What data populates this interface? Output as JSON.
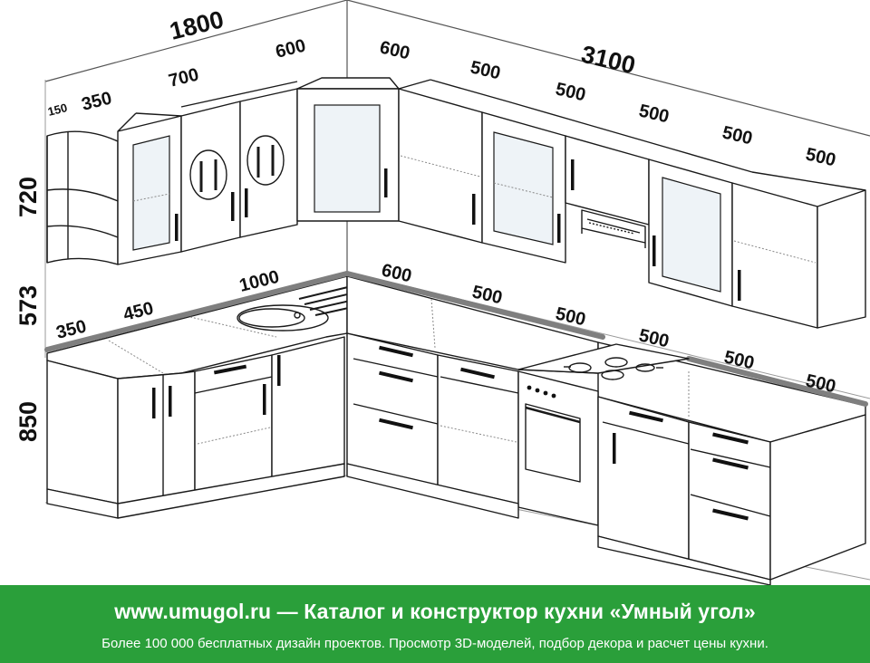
{
  "dimensions": {
    "left_wall_total": "1800",
    "right_wall_total": "3100",
    "upper_left_150": "150",
    "upper_left_350": "350",
    "upper_left_700": "700",
    "upper_corner_600_left": "600",
    "upper_corner_600_right": "600",
    "upper_right_500_1": "500",
    "upper_right_500_2": "500",
    "upper_right_500_3": "500",
    "upper_right_500_4": "500",
    "upper_right_500_5": "500",
    "height_upper": "720",
    "height_gap": "573",
    "height_base": "850",
    "base_left_350": "350",
    "base_left_450": "450",
    "base_left_1000": "1000",
    "base_corner_600": "600",
    "base_right_500_1": "500",
    "base_right_500_2": "500",
    "base_right_500_3": "500",
    "base_right_500_4": "500",
    "base_right_500_5": "500"
  },
  "banner": {
    "title": "www.umugol.ru — Каталог и конструктор кухни «Умный угол»",
    "subtitle": "Более 100 000 бесплатных дизайн проектов. Просмотр 3D-моделей, подбор декора и расчет цены кухни.",
    "background": "#2a9f3a",
    "text_color": "#ffffff"
  },
  "palette": {
    "line": "#1a1a1a",
    "countertop_edge": "#7f7f7f",
    "glass": "#eef3f7"
  }
}
